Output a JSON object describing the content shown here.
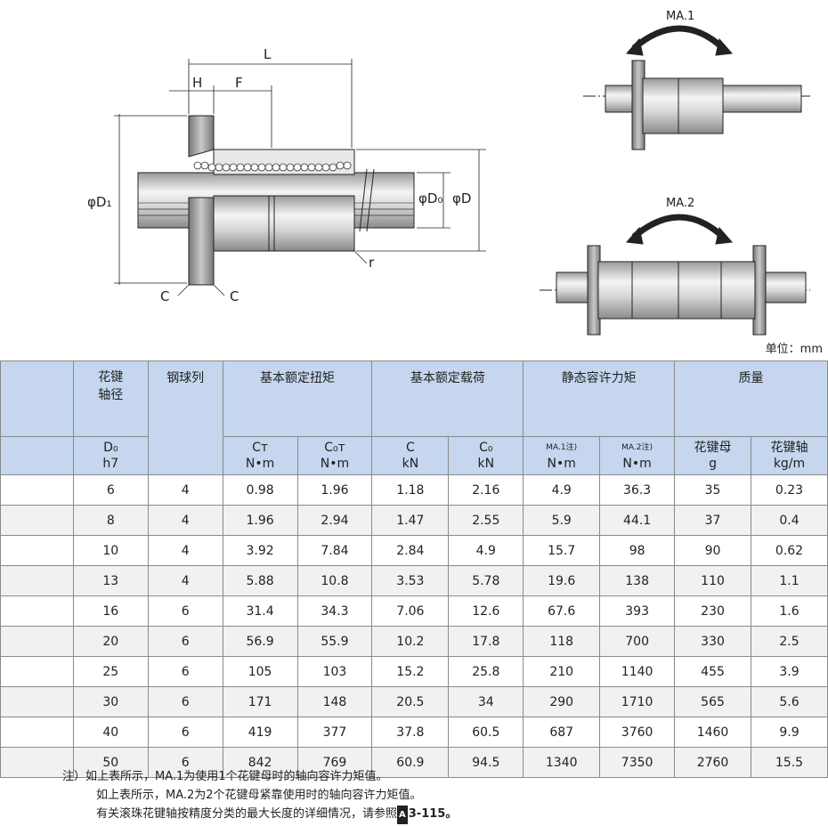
{
  "diagram": {
    "L": "L",
    "H": "H",
    "F": "F",
    "D1": "φD₁",
    "D0": "φD₀",
    "D": "φD",
    "r": "r",
    "C_left": "C",
    "C_right": "C",
    "ma1": "MA.1",
    "ma2": "MA.2"
  },
  "unit": "单位：mm",
  "table": {
    "headers": {
      "shaft_dia": "花键\n轴径",
      "balls": "钢球列",
      "torque": "基本额定扭矩",
      "load": "基本额定载荷",
      "moment": "静态容许力矩",
      "mass": "质量",
      "d0": "D₀",
      "h7": "h7",
      "ct": "Cт",
      "cot": "C₀т",
      "nm": "N•m",
      "c": "C",
      "c0": "C₀",
      "kn": "kN",
      "ma1": "MA.1注)",
      "ma2": "MA.2注)",
      "nut": "花键母",
      "g": "g",
      "shaft": "花键轴",
      "kgm": "kg/m"
    },
    "rows": [
      [
        "6",
        "4",
        "0.98",
        "1.96",
        "1.18",
        "2.16",
        "4.9",
        "36.3",
        "35",
        "0.23"
      ],
      [
        "8",
        "4",
        "1.96",
        "2.94",
        "1.47",
        "2.55",
        "5.9",
        "44.1",
        "37",
        "0.4"
      ],
      [
        "10",
        "4",
        "3.92",
        "7.84",
        "2.84",
        "4.9",
        "15.7",
        "98",
        "90",
        "0.62"
      ],
      [
        "13",
        "4",
        "5.88",
        "10.8",
        "3.53",
        "5.78",
        "19.6",
        "138",
        "110",
        "1.1"
      ],
      [
        "16",
        "6",
        "31.4",
        "34.3",
        "7.06",
        "12.6",
        "67.6",
        "393",
        "230",
        "1.6"
      ],
      [
        "20",
        "6",
        "56.9",
        "55.9",
        "10.2",
        "17.8",
        "118",
        "700",
        "330",
        "2.5"
      ],
      [
        "25",
        "6",
        "105",
        "103",
        "15.2",
        "25.8",
        "210",
        "1140",
        "455",
        "3.9"
      ],
      [
        "30",
        "6",
        "171",
        "148",
        "20.5",
        "34",
        "290",
        "1710",
        "565",
        "5.6"
      ],
      [
        "40",
        "6",
        "419",
        "377",
        "37.8",
        "60.5",
        "687",
        "3760",
        "1460",
        "9.9"
      ],
      [
        "50",
        "6",
        "842",
        "769",
        "60.9",
        "94.5",
        "1340",
        "7350",
        "2760",
        "15.5"
      ]
    ]
  },
  "notes": {
    "n1": "注）如上表所示，MA.1为使用1个花键母时的轴向容许力矩值。",
    "n2": "如上表所示，MA.2为2个花键母紧靠使用时的轴向容许力矩值。",
    "n3": "有关滚珠花键轴按精度分类的最大长度的详细情况，请参照",
    "ref_icon": "A",
    "ref": "3-115。"
  }
}
